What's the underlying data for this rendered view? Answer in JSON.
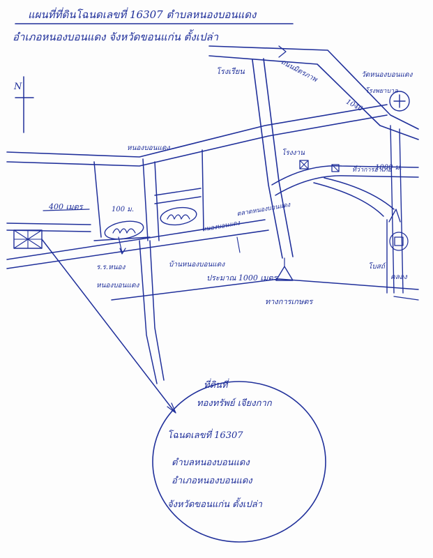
{
  "header": {
    "line1": "แผนที่ที่ดินโฉนดเลขที่ 16307 ตำบลหนองบอนแดง",
    "line2": "อำเภอหนองบอนแดง จังหวัดขอนแก่น ตั้งเปล่า"
  },
  "map_labels": {
    "north_mark": "N",
    "school": "โรงเรียน",
    "road_top": "ถนนมิตรภาพ",
    "road_number": "1040",
    "temple_top_right": "วัดหนองบอนแดง",
    "factory": "โรงงาน",
    "school_block": "หนองบอนแดง",
    "distance_left": "400 เมตร",
    "distance_mid": "100 ม.",
    "distance_right_top": "1000 ม.",
    "km_marker": "1000 ม.",
    "label_village": "บ้านหนองบอนแดง",
    "label_left_lower1": "ร.ร.หนอง",
    "label_left_lower2": "หนองบอนแดง",
    "label_market": "ตลาดหนองบอนแดง",
    "label_far_right": "โบสถ์",
    "label_distance_bottom": "ประมาณ 1000 เมตร",
    "label_bottom_right1": "ที่ว่าการอำเภอ",
    "label_bottom_right2": "คลอง",
    "label_triangle": "ทางการเกษตร",
    "label_hospital": "โรงพยาบาล",
    "label_grid_mark": "หนองบอนแดง"
  },
  "circle_note": {
    "line1": "ที่ดินที่",
    "line2": "ทองทรัพย์ เจียงกาก",
    "line3": "โฉนดเลขที่ 16307",
    "line4": "ตำบลหนองบอนแดง",
    "line5": "อำเภอหนองบอนแดง",
    "line6": "จังหวัดขอนแก่น ตั้งเปล่า"
  },
  "colors": {
    "ink": "#1f2f9a",
    "paper": "#fdfdfd"
  }
}
